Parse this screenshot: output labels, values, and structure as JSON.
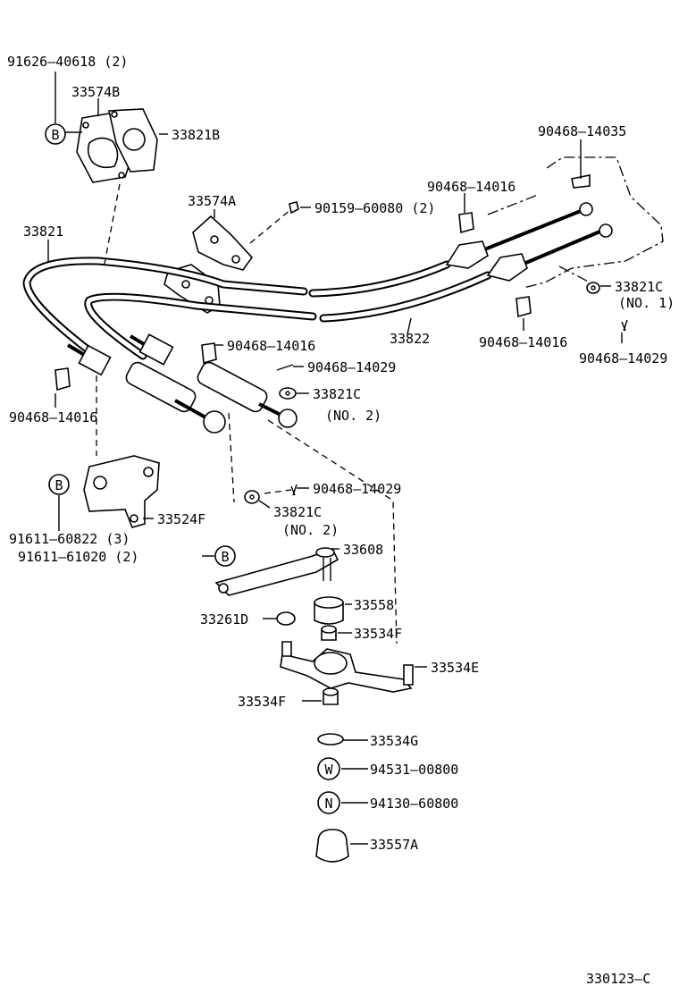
{
  "labels": {
    "l_91626_40618": "91626–40618 (2)",
    "l_33574B": "33574B",
    "l_33821B": "33821B",
    "l_33574A": "33574A",
    "l_90159_60080": "90159–60080 (2)",
    "l_33821": "33821",
    "l_90468_14035": "90468–14035",
    "l_90468_14016_top": "90468–14016",
    "l_33821C_r": "33821C",
    "l_no1": "(NO. 1)",
    "l_33822": "33822",
    "l_90468_14016_r": "90468–14016",
    "l_90468_14029_r": "90468–14029",
    "l_90468_14016_mid": "90468–14016",
    "l_90468_14029_mid": "90468–14029",
    "l_33821C_mid": "33821C",
    "l_no2_mid": "(NO. 2)",
    "l_90468_14016_left": "90468–14016",
    "l_90468_14029_low": "90468–14029",
    "l_33821C_low": "33821C",
    "l_no2_low": "(NO. 2)",
    "l_33524F": "33524F",
    "l_91611_60822": "91611–60822 (3)",
    "l_91611_61020": "91611–61020 (2)",
    "l_33608": "33608",
    "l_33558": "33558",
    "l_33261D": "33261D",
    "l_33534F_top": "33534F",
    "l_33534E": "33534E",
    "l_33534F_low": "33534F",
    "l_33534G": "33534G",
    "l_94531_00800": "94531–00800",
    "l_94130_60800": "94130–60800",
    "l_33557A": "33557A",
    "ref": "330123–C"
  },
  "callouts": {
    "B1": "B",
    "B2": "B",
    "B3": "B",
    "W": "W",
    "N": "N"
  }
}
